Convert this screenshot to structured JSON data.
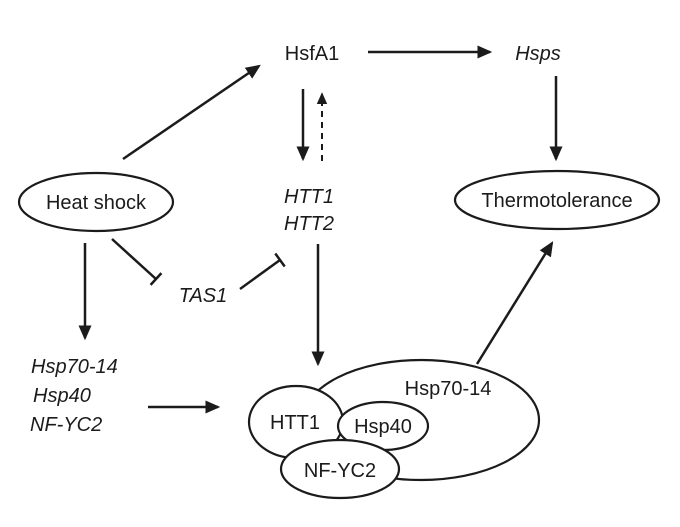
{
  "figure": {
    "background": "#ffffff",
    "stroke_color": "#1b1b1b"
  },
  "nodes": {
    "heat_shock": "Heat shock",
    "hsfa1": "HsfA1",
    "hsps": "Hsps",
    "thermotolerance": "Thermotolerance",
    "htt1": "HTT1",
    "htt2": "HTT2",
    "tas1": "TAS1",
    "list_hsp70_14": "Hsp70-14",
    "list_hsp40": "Hsp40",
    "list_nf_yc2": "NF-YC2",
    "complex_hsp70_14": "Hsp70-14",
    "complex_htt1": "HTT1",
    "complex_hsp40": "Hsp40",
    "complex_nf_yc2": "NF-YC2"
  },
  "edges": [
    {
      "from": "Heat shock",
      "to": "HsfA1",
      "type": "activation"
    },
    {
      "from": "HsfA1",
      "to": "Hsps",
      "type": "activation"
    },
    {
      "from": "Hsps",
      "to": "Thermotolerance",
      "type": "activation"
    },
    {
      "from": "HsfA1",
      "to": "HTT1/HTT2",
      "type": "activation"
    },
    {
      "from": "HTT1/HTT2",
      "to": "HsfA1",
      "type": "activation-dashed"
    },
    {
      "from": "Heat shock",
      "to": "TAS1",
      "type": "inhibition"
    },
    {
      "from": "TAS1",
      "to": "HTT1/HTT2",
      "type": "inhibition"
    },
    {
      "from": "Heat shock",
      "to": "Hsp70-14/Hsp40/NF-YC2",
      "type": "activation"
    },
    {
      "from": "Hsp70-14/Hsp40/NF-YC2",
      "to": "HTT1-Hsp40-NF-YC2-Hsp70-14 complex",
      "type": "activation"
    },
    {
      "from": "HTT1/HTT2",
      "to": "HTT1-Hsp40-NF-YC2-Hsp70-14 complex",
      "type": "activation"
    },
    {
      "from": "HTT1-Hsp40-NF-YC2-Hsp70-14 complex",
      "to": "Thermotolerance",
      "type": "activation"
    }
  ]
}
